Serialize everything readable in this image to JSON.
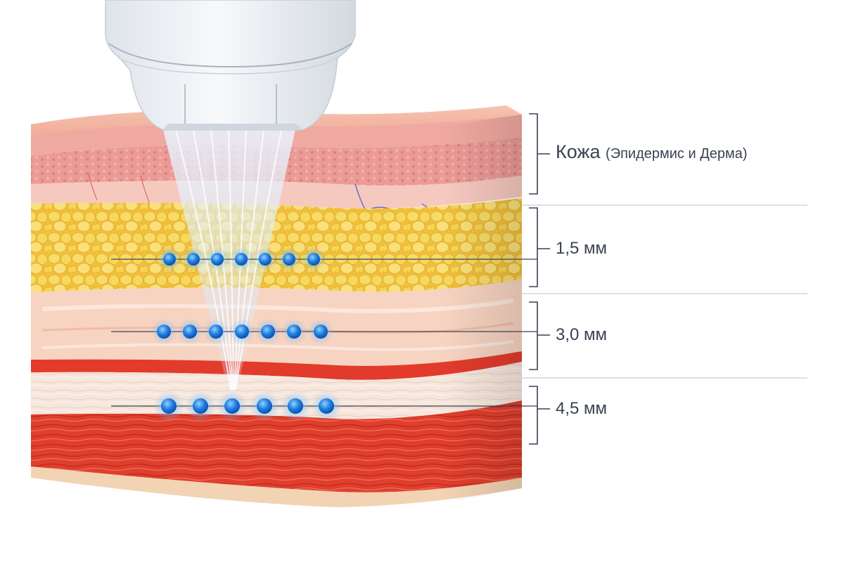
{
  "labels": {
    "skin_main": "Кожа",
    "skin_sub": "(Эпидермис и Дерма)",
    "depth_1": "1,5 мм",
    "depth_2": "3,0 мм",
    "depth_3": "4,5 мм"
  },
  "focal_rows": [
    {
      "depth": "1,5 мм",
      "points": 7
    },
    {
      "depth": "3,0 мм",
      "points": 7
    },
    {
      "depth": "4,5 мм",
      "points": 6
    }
  ],
  "colors": {
    "text": "#3a4152",
    "focal_point": "#1f7fe0",
    "focal_glow": "#6fc0ff",
    "guide_line": "#3a4152",
    "separator": "#c8ccd4",
    "epidermis": "#f3b7a6",
    "dermis": "#f4c8bd",
    "fat": "#f4c94a",
    "fascia": "#f7d6c4",
    "smas_band": "#e23b2c",
    "muscle": "#e0412f",
    "transducer": "#eef1f5"
  },
  "icons": {
    "transducer": "ultrasound-transducer-icon",
    "beam": "ultrasound-beam-icon",
    "focal_point": "focal-point-icon"
  }
}
